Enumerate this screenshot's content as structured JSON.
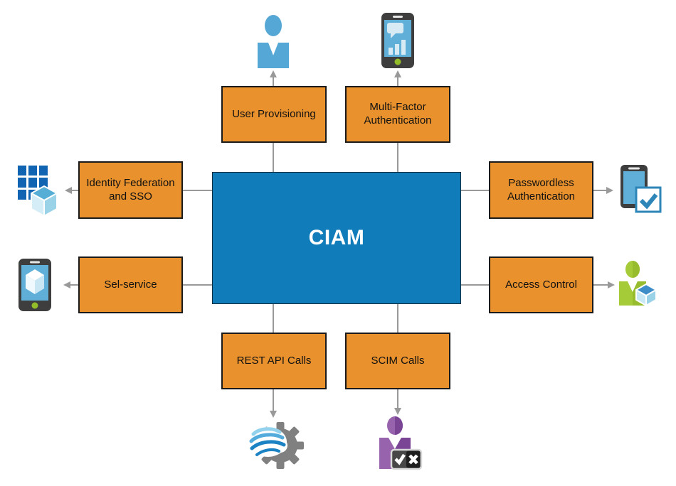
{
  "diagram": {
    "center": {
      "label": "CIAM"
    },
    "nodes": [
      {
        "id": "user-provisioning",
        "label": "User Provisioning",
        "icon": "user-icon",
        "position": "top-left"
      },
      {
        "id": "multi-factor-authentication",
        "label": "Multi-Factor Authentication",
        "icon": "smartphone-chart-icon",
        "position": "top-right"
      },
      {
        "id": "identity-federation-sso",
        "label": "Identity Federation and SSO",
        "icon": "grid-cube-icon",
        "position": "left-top"
      },
      {
        "id": "self-service",
        "label": "Sel-service",
        "icon": "smartphone-cube-icon",
        "position": "left-bottom"
      },
      {
        "id": "passwordless-authentication",
        "label": "Passwordless Authentication",
        "icon": "smartphone-check-icon",
        "position": "right-top"
      },
      {
        "id": "access-control",
        "label": "Access Control",
        "icon": "user-cube-icon",
        "position": "right-bottom"
      },
      {
        "id": "rest-api-calls",
        "label": "REST API Calls",
        "icon": "gear-waves-icon",
        "position": "bottom-left"
      },
      {
        "id": "scim-calls",
        "label": "SCIM Calls",
        "icon": "user-checkbox-icon",
        "position": "bottom-right"
      }
    ],
    "edges": [
      {
        "from": "CIAM",
        "to": "User Provisioning",
        "arrowhead_at": "user-icon"
      },
      {
        "from": "CIAM",
        "to": "Multi-Factor Authentication",
        "arrowhead_at": "smartphone-chart-icon"
      },
      {
        "from": "CIAM",
        "to": "Identity Federation and SSO",
        "arrowhead_at": "grid-cube-icon"
      },
      {
        "from": "CIAM",
        "to": "Sel-service",
        "arrowhead_at": "smartphone-cube-icon"
      },
      {
        "from": "CIAM",
        "to": "Passwordless Authentication",
        "arrowhead_at": "smartphone-check-icon"
      },
      {
        "from": "CIAM",
        "to": "Access Control",
        "arrowhead_at": "user-cube-icon"
      },
      {
        "from": "CIAM",
        "to": "REST API Calls",
        "arrowhead_at": "gear-waves-icon"
      },
      {
        "from": "CIAM",
        "to": "SCIM Calls",
        "arrowhead_at": "user-checkbox-icon"
      }
    ],
    "colors": {
      "node_fill": "#E8912D",
      "node_border": "#1A1A1A",
      "node_text": "#111111",
      "center_fill": "#107CBA",
      "center_text": "#FFFFFF",
      "connector": "#999999",
      "icon_blue": "#55A8D5",
      "icon_dark_blue": "#1064B2",
      "icon_green": "#A6CB39",
      "icon_purple": "#8E56A5",
      "icon_gray": "#808080",
      "phone_body": "#3E3E3E",
      "home_button_green": "#93BD28"
    }
  }
}
